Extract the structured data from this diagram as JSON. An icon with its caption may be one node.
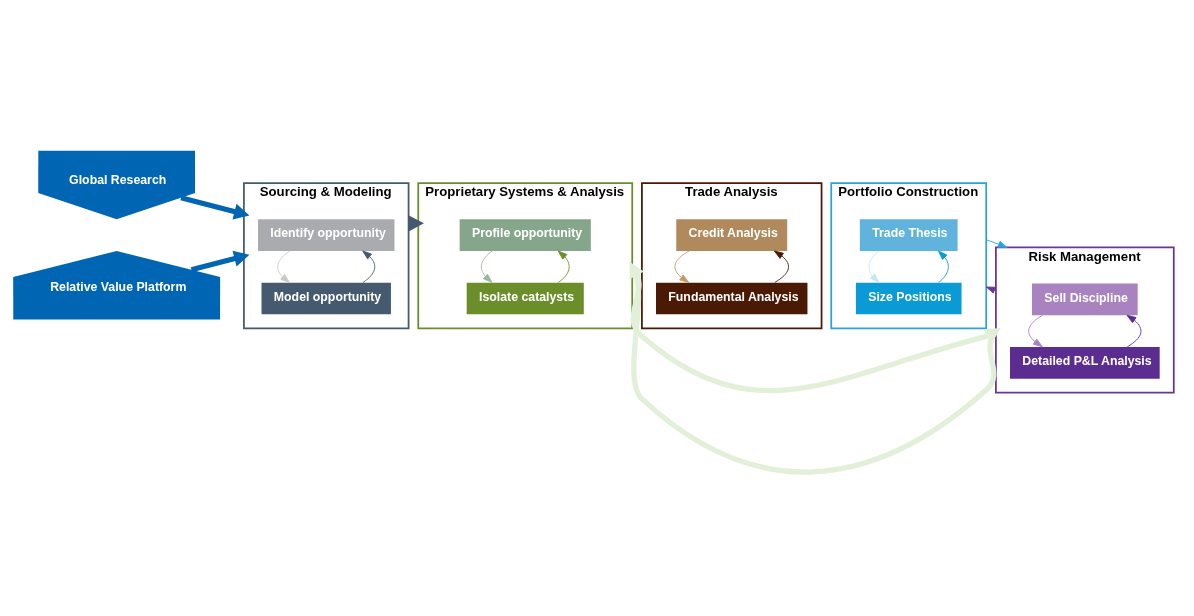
{
  "diagram": {
    "nodes": [
      {
        "text": [
          "Global Research"
        ]
      },
      {
        "text": [
          "Sourcing & Modeling"
        ]
      },
      {
        "text": [
          "Identify opportunity"
        ],
        "in": 1
      },
      {
        "text": [
          "Model opportunity"
        ],
        "in": 1
      },
      {
        "text": [
          "Relative Value Platform"
        ]
      },
      {
        "text": [
          "Proprietary Systems & Analysis"
        ]
      },
      {
        "text": [
          "Profile opportunity"
        ],
        "in": 5
      },
      {
        "text": [
          "Isolate catalysts"
        ],
        "in": 5
      },
      {
        "text": [
          "Trade Analysis"
        ]
      },
      {
        "text": [
          "Credit Analysis"
        ],
        "in": 8
      },
      {
        "text": [
          "Fundamental Analysis"
        ],
        "in": 8
      },
      {
        "text": [
          "Portfolio Construction"
        ]
      },
      {
        "text": [
          "Trade Thesis"
        ],
        "in": 11
      },
      {
        "text": [
          "Size Positions"
        ],
        "in": 11
      },
      {
        "text": [
          "Risk Management"
        ]
      },
      {
        "text": [
          "Sell Discipline"
        ],
        "in": 14
      },
      {
        "text": [
          "Detailed P&L Analysis"
        ],
        "in": 14
      }
    ],
    "edges": [
      {
        "from": 0,
        "to": 1,
        "arrow": "to",
        "style": "thick",
        "color": "#0066b3"
      },
      {
        "from": 4,
        "to": 1,
        "arrow": "to",
        "style": "thick",
        "color": "#0066b3"
      },
      {
        "from": 3,
        "to": 2,
        "arrow": "to",
        "color": "#455a6e"
      },
      {
        "from": 2,
        "to": 3,
        "arrow": "to",
        "color": "#c8c9cb"
      },
      {
        "from": 1,
        "to": 5,
        "arrow": "to",
        "style": "thick",
        "color": "#455a6e"
      },
      {
        "from": 7,
        "to": 6,
        "arrow": "to",
        "color": "#6b8e2a"
      },
      {
        "from": 6,
        "to": 7,
        "arrow": "to",
        "color": "#9ab89e"
      },
      {
        "from": 10,
        "to": 9,
        "arrow": "to",
        "color": "#4a1a05"
      },
      {
        "from": 9,
        "to": 10,
        "arrow": "to",
        "color": "#c19a6b"
      },
      {
        "from": 13,
        "to": 12,
        "arrow": "to",
        "color": "#0a9ad6"
      },
      {
        "from": 12,
        "to": 13,
        "arrow": "to",
        "color": "#c6e5f5"
      },
      {
        "from": 16,
        "to": 15,
        "arrow": "to",
        "color": "#5c2d91"
      },
      {
        "from": 15,
        "to": 16,
        "arrow": "to",
        "color": "#a883bf"
      },
      {
        "from": 11,
        "to": 14,
        "arrow": "to",
        "color": "#29a3dc"
      },
      {
        "from": 14,
        "to": 11,
        "arrow": "to",
        "color": "#6a3594"
      },
      {
        "from": 5,
        "to": 14,
        "arrow": "to",
        "style": "thick",
        "color": "#e2efd9"
      },
      {
        "from": 14,
        "to": 5,
        "arrow": "to",
        "style": "thick",
        "color": "#e2efd9"
      }
    ]
  }
}
